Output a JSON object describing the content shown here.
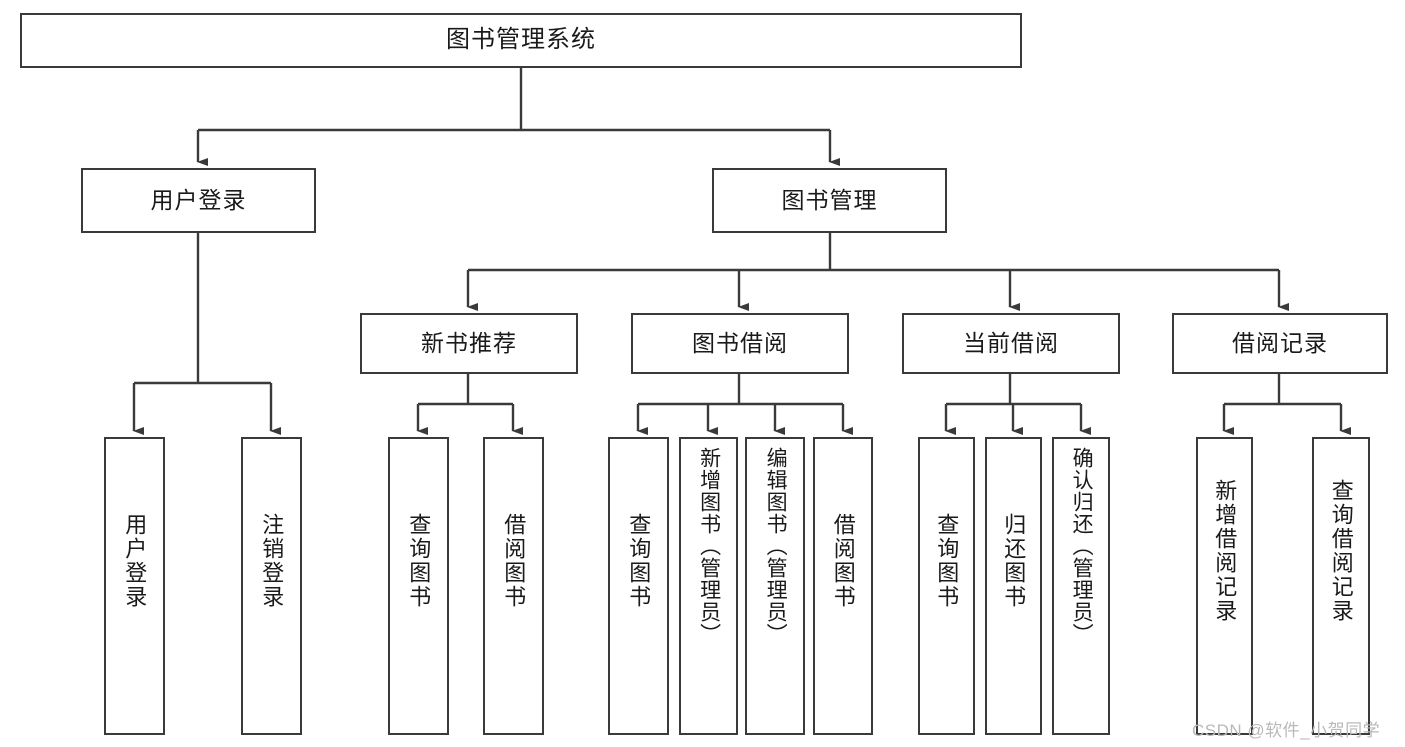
{
  "diagram": {
    "type": "tree-hierarchy",
    "title": "图书管理系统",
    "watermark": "CSDN @软件_小贺同学",
    "colors": {
      "box_border": "#3a3a3a",
      "box_fill": "#ffffff",
      "connector": "#3a3a3a",
      "text": "#1a1a1a",
      "watermark": "#b9b9b9",
      "background": "#ffffff"
    },
    "levels": {
      "root": {
        "label": "图书管理系统"
      },
      "level2": [
        {
          "id": "user-login",
          "label": "用户登录"
        },
        {
          "id": "book-manage",
          "label": "图书管理"
        }
      ],
      "level3": [
        {
          "id": "new-book-recommend",
          "label": "新书推荐",
          "parent": "book-manage"
        },
        {
          "id": "book-borrow",
          "label": "图书借阅",
          "parent": "book-manage"
        },
        {
          "id": "current-borrow",
          "label": "当前借阅",
          "parent": "book-manage"
        },
        {
          "id": "borrow-record",
          "label": "借阅记录",
          "parent": "book-manage"
        }
      ],
      "leaves": [
        {
          "id": "leaf-user-login",
          "label": "用户登录",
          "parent": "user-login"
        },
        {
          "id": "leaf-logout",
          "label": "注销登录",
          "parent": "user-login"
        },
        {
          "id": "leaf-query-book-1",
          "label": "查询图书",
          "parent": "new-book-recommend"
        },
        {
          "id": "leaf-borrow-book-1",
          "label": "借阅图书",
          "parent": "new-book-recommend"
        },
        {
          "id": "leaf-query-book-2",
          "label": "查询图书",
          "parent": "book-borrow"
        },
        {
          "id": "leaf-add-book",
          "label": "新增图书（管理员）",
          "parent": "book-borrow"
        },
        {
          "id": "leaf-edit-book",
          "label": "编辑图书（管理员）",
          "parent": "book-borrow"
        },
        {
          "id": "leaf-borrow-book-2",
          "label": "借阅图书",
          "parent": "book-borrow"
        },
        {
          "id": "leaf-query-book-3",
          "label": "查询图书",
          "parent": "current-borrow"
        },
        {
          "id": "leaf-return-book",
          "label": "归还图书",
          "parent": "current-borrow"
        },
        {
          "id": "leaf-confirm-return",
          "label": "确认归还（管理员）",
          "parent": "current-borrow"
        },
        {
          "id": "leaf-add-record",
          "label": "新增借阅记录",
          "parent": "borrow-record"
        },
        {
          "id": "leaf-query-record",
          "label": "查询借阅记录",
          "parent": "borrow-record"
        }
      ]
    }
  }
}
